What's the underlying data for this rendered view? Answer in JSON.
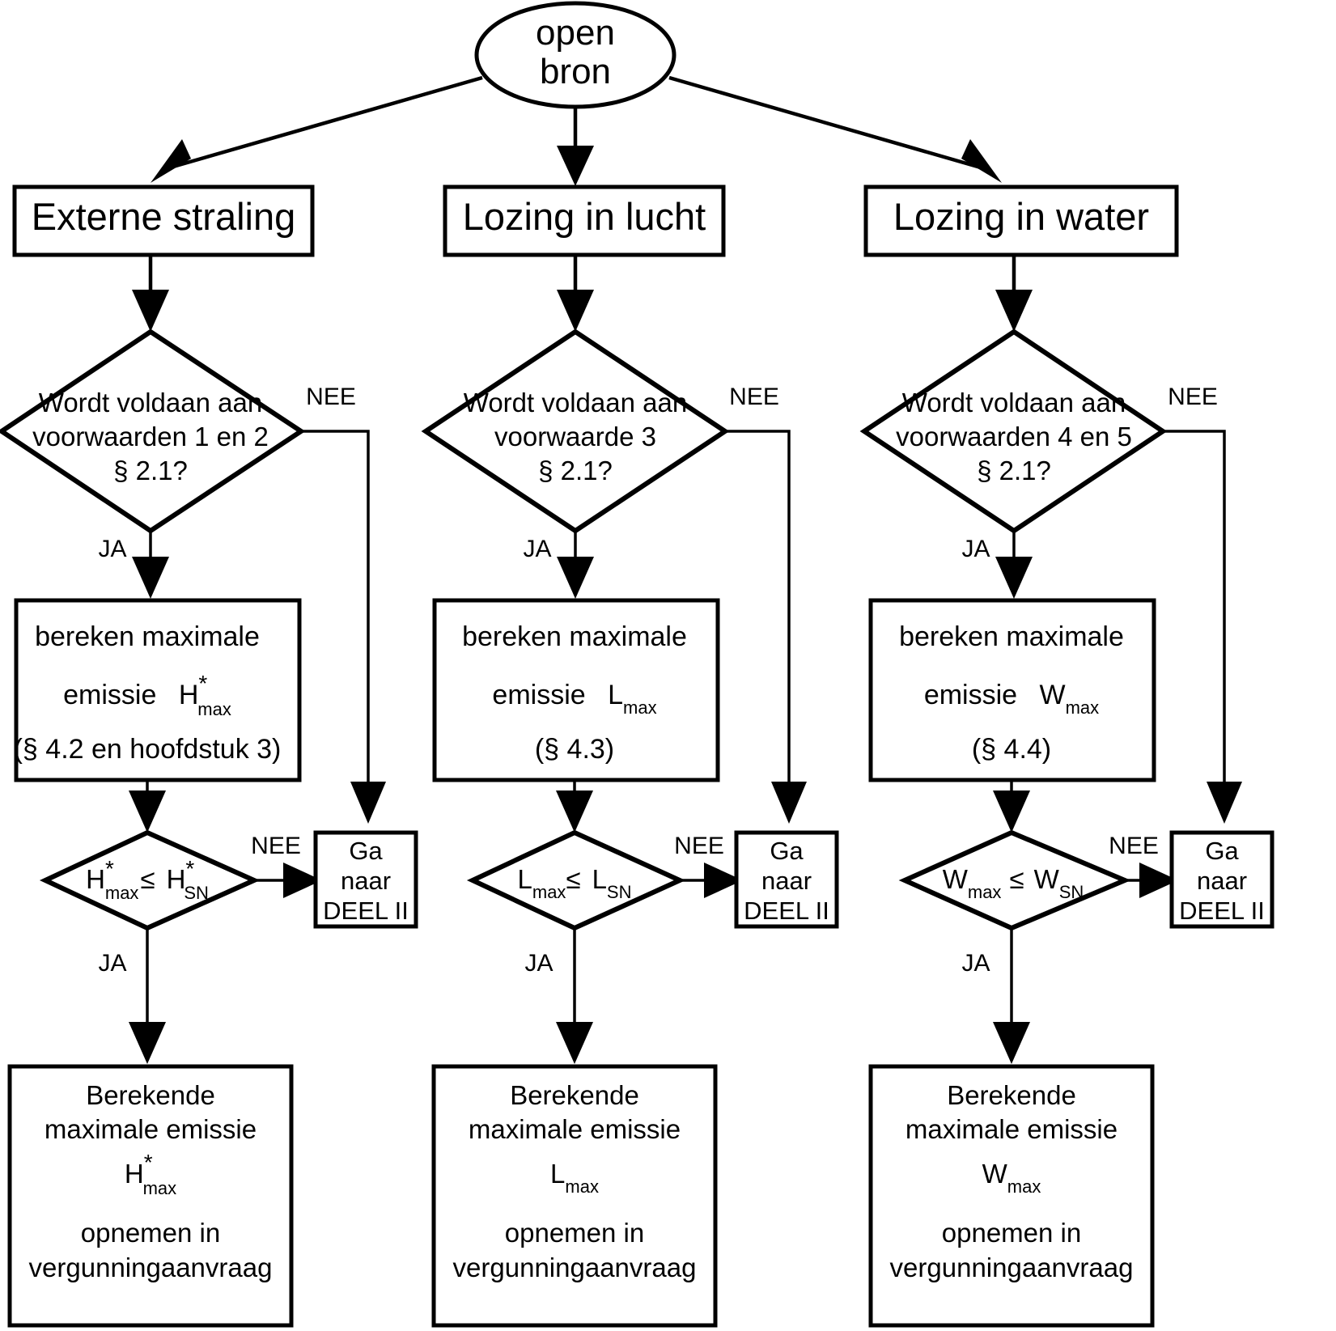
{
  "diagram": {
    "title": "open bron beslisboom",
    "type": "flowchart",
    "colors": {
      "stroke": "#000000",
      "fill": "#ffffff",
      "text": "#000000"
    },
    "start": {
      "label_line1": "open",
      "label_line2": "bron"
    },
    "labels": {
      "yes": "JA",
      "no": "NEE"
    },
    "columns": [
      {
        "id": "externe-straling",
        "header": "Externe straling",
        "decision": {
          "line1": "Wordt voldaan aan",
          "line2": "voorwaarden 1 en 2",
          "line3": "§ 2.1?"
        },
        "process": {
          "line1": "bereken maximale",
          "line2_prefix": "emissie",
          "symbol_base": "H",
          "symbol_sup": "*",
          "symbol_sub": "max",
          "line3": "(§ 4.2 en hoofdstuk 3)"
        },
        "compare": {
          "left_base": "H",
          "left_sup": "*",
          "left_sub": "max",
          "operator": "≤",
          "right_base": "H",
          "right_sup": "*",
          "right_sub": "SN"
        },
        "goto": {
          "line1": "Ga",
          "line2": "naar",
          "line3": "DEEL II"
        },
        "result": {
          "line1": "Berekende",
          "line2": "maximale emissie",
          "symbol_base": "H",
          "symbol_sup": "*",
          "symbol_sub": "max",
          "line3": "opnemen in",
          "line4": "vergunningaanvraag"
        }
      },
      {
        "id": "lozing-in-lucht",
        "header": "Lozing in lucht",
        "decision": {
          "line1": "Wordt voldaan aan",
          "line2": "voorwaarde 3",
          "line3": "§ 2.1?"
        },
        "process": {
          "line1": "bereken maximale",
          "line2_prefix": "emissie",
          "symbol_base": "L",
          "symbol_sup": "",
          "symbol_sub": "max",
          "line3": "(§ 4.3)"
        },
        "compare": {
          "left_base": "L",
          "left_sup": "",
          "left_sub": "max",
          "operator": "≤",
          "right_base": "L",
          "right_sup": "",
          "right_sub": "SN"
        },
        "goto": {
          "line1": "Ga",
          "line2": "naar",
          "line3": "DEEL II"
        },
        "result": {
          "line1": "Berekende",
          "line2": "maximale emissie",
          "symbol_base": "L",
          "symbol_sup": "",
          "symbol_sub": "max",
          "line3": "opnemen in",
          "line4": "vergunningaanvraag"
        }
      },
      {
        "id": "lozing-in-water",
        "header": "Lozing in water",
        "decision": {
          "line1": "Wordt voldaan aan",
          "line2": "voorwaarden 4 en 5",
          "line3": "§ 2.1?"
        },
        "process": {
          "line1": "bereken maximale",
          "line2_prefix": "emissie",
          "symbol_base": "W",
          "symbol_sup": "",
          "symbol_sub": "max",
          "line3": "(§ 4.4)"
        },
        "compare": {
          "left_base": "W",
          "left_sup": "",
          "left_sub": "max",
          "operator": "≤",
          "right_base": "W",
          "right_sup": "",
          "right_sub": "SN"
        },
        "goto": {
          "line1": "Ga",
          "line2": "naar",
          "line3": "DEEL II"
        },
        "result": {
          "line1": "Berekende",
          "line2": "maximale emissie",
          "symbol_base": "W",
          "symbol_sup": "",
          "symbol_sub": "max",
          "line3": "opnemen in",
          "line4": "vergunningaanvraag"
        }
      }
    ]
  }
}
